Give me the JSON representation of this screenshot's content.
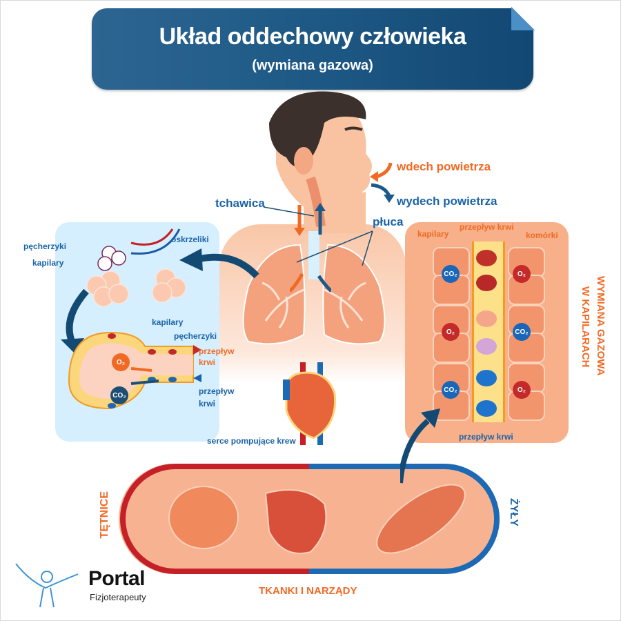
{
  "header": {
    "title": "Układ oddechowy człowieka",
    "subtitle": "(wymiana gazowa)"
  },
  "center": {
    "inhale": "wdech powietrza",
    "exhale": "wydech powietrza",
    "trachea": "tchawica",
    "lungs": "płuca",
    "heart": "serce pompujące krew"
  },
  "left_panel": {
    "alveoli": "pęcherzyki",
    "capillaries": "kapilary",
    "bronchioles": "oskrzeliki",
    "capillaries_2": "kapilary",
    "alveoli_2": "pęcherzyki",
    "blood_flow_out_1": "przepływ",
    "blood_flow_out_2": "krwi",
    "blood_flow_in_1": "przepływ",
    "blood_flow_in_2": "krwi",
    "o2": "O₂",
    "co2": "CO₂"
  },
  "right_panel": {
    "capillaries": "kapilary",
    "blood_flow_top": "przepływ krwi",
    "cells": "komórki",
    "blood_flow_bottom": "przepływ krwi",
    "gases": [
      {
        "side": "left",
        "label": "CO₂",
        "type": "co2"
      },
      {
        "side": "right",
        "label": "O₂",
        "type": "o2"
      },
      {
        "side": "left",
        "label": "O₂",
        "type": "o2"
      },
      {
        "side": "right",
        "label": "CO₂",
        "type": "co2"
      },
      {
        "side": "left",
        "label": "CO₂",
        "type": "co2"
      },
      {
        "side": "right",
        "label": "O₂",
        "type": "o2"
      }
    ],
    "side_title_1": "WYMIANA GAZOWA",
    "side_title_2": "W KAPILARACH"
  },
  "bottom": {
    "arteries": "TĘTNICE",
    "veins": "ŻYŁY",
    "tissues": "TKANKI I NARZĄDY"
  },
  "logo": {
    "name": "Portal",
    "sub": "Fizjoterapeuty"
  },
  "colors": {
    "title_bg": "#1f5a86",
    "blue_text": "#1a63a8",
    "orange_text": "#f06a25",
    "artery_red": "#c52028",
    "vein_blue": "#1c6ab5",
    "left_panel_bg": "#d6efff",
    "right_panel_bg": "#f7b08a"
  }
}
